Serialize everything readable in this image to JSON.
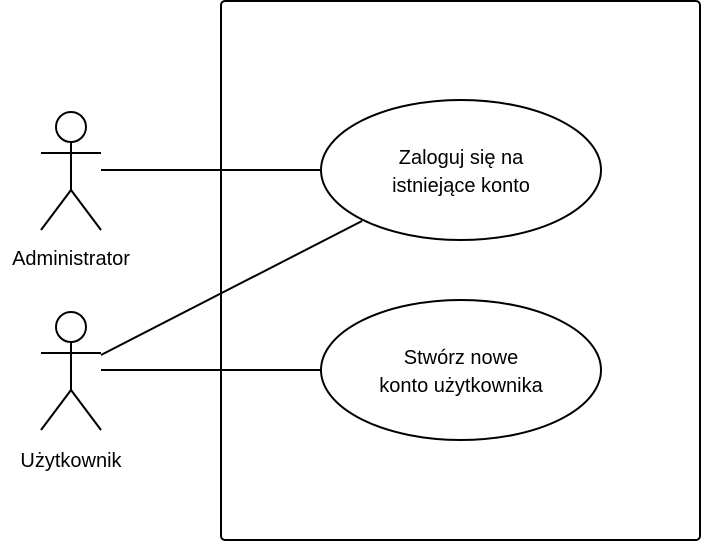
{
  "actors": [
    {
      "id": "administrator",
      "label": "Administrator"
    },
    {
      "id": "uzytkownik",
      "label": "Użytkownik"
    }
  ],
  "use_cases": [
    {
      "id": "login",
      "lines": [
        "Zaloguj się na",
        "istniejące konto"
      ]
    },
    {
      "id": "create",
      "lines": [
        "Stwórz nowe",
        "konto użytkownika"
      ]
    }
  ],
  "colors": {
    "stroke": "#000000",
    "background": "#ffffff"
  }
}
